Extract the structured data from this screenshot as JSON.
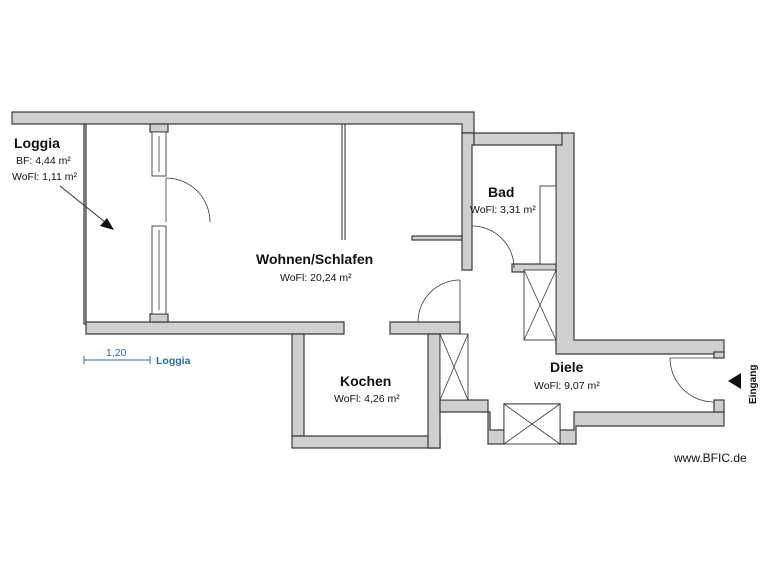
{
  "rooms": {
    "loggia": {
      "name": "Loggia",
      "bf_label": "BF: 4,44 m²",
      "wofl_label": "WoFl: 1,11 m²"
    },
    "wohnen": {
      "name": "Wohnen/Schlafen",
      "wofl_label": "WoFl: 20,24 m²"
    },
    "bad": {
      "name": "Bad",
      "wofl_label": "WoFl: 3,31 m²"
    },
    "kochen": {
      "name": "Kochen",
      "wofl_label": "WoFl: 4,26 m²"
    },
    "diele": {
      "name": "Diele",
      "wofl_label": "WoFl: 9,07 m²"
    }
  },
  "dimension": {
    "value": "1,20",
    "label": "Loggia"
  },
  "entrance": {
    "label": "Eingang"
  },
  "watermark": "www.BFIC.de",
  "colors": {
    "wall_fill": "#cfcfcf",
    "wall_stroke": "#3a3a3a",
    "dimension": "#2a6aa0"
  }
}
